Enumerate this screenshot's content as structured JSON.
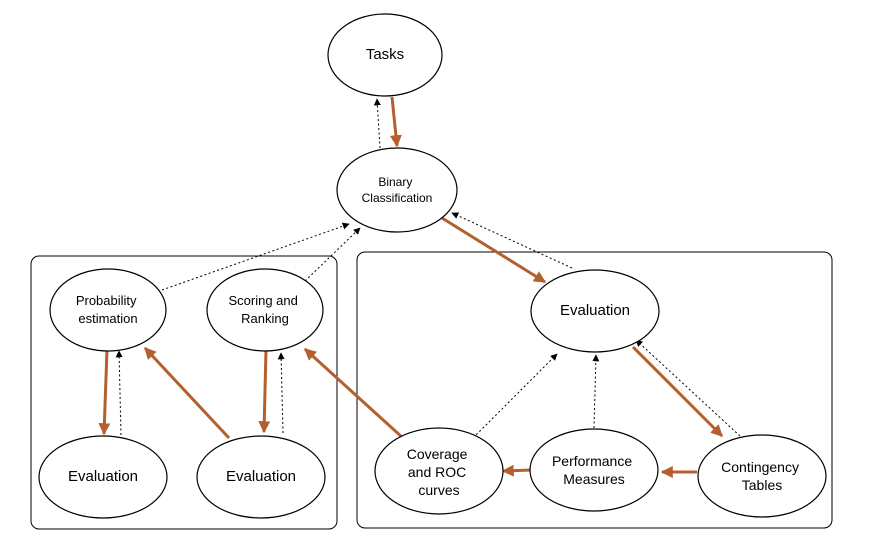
{
  "diagram": {
    "nodes": {
      "tasks": {
        "label": "Tasks"
      },
      "binary": {
        "lines": [
          "Binary",
          "Classification"
        ]
      },
      "prob": {
        "lines": [
          "Probability",
          "estimation"
        ]
      },
      "scoring": {
        "lines": [
          "Scoring and",
          "Ranking"
        ]
      },
      "eval_left": {
        "label": "Evaluation"
      },
      "eval_mid": {
        "label": "Evaluation"
      },
      "eval_right": {
        "label": "Evaluation"
      },
      "coverage": {
        "lines": [
          "Coverage",
          "and ROC",
          "curves"
        ]
      },
      "performance": {
        "lines": [
          "Performance",
          "Measures"
        ]
      },
      "contingency": {
        "lines": [
          "Contingency",
          "Tables"
        ]
      }
    },
    "edges": [
      {
        "from": "tasks",
        "to": "binary",
        "style": "solid"
      },
      {
        "from": "binary",
        "to": "tasks",
        "style": "dotted"
      },
      {
        "from": "binary",
        "to": "eval_right",
        "style": "solid"
      },
      {
        "from": "eval_right",
        "to": "binary",
        "style": "dotted"
      },
      {
        "from": "prob",
        "to": "binary",
        "style": "dotted"
      },
      {
        "from": "scoring",
        "to": "binary",
        "style": "dotted"
      },
      {
        "from": "prob",
        "to": "eval_left",
        "style": "solid"
      },
      {
        "from": "eval_left",
        "to": "prob",
        "style": "dotted"
      },
      {
        "from": "eval_mid",
        "to": "prob",
        "style": "solid"
      },
      {
        "from": "scoring",
        "to": "eval_mid",
        "style": "solid"
      },
      {
        "from": "eval_mid",
        "to": "scoring",
        "style": "dotted"
      },
      {
        "from": "coverage",
        "to": "scoring",
        "style": "solid"
      },
      {
        "from": "eval_right",
        "to": "contingency",
        "style": "solid"
      },
      {
        "from": "contingency",
        "to": "eval_right",
        "style": "dotted"
      },
      {
        "from": "contingency",
        "to": "performance",
        "style": "solid"
      },
      {
        "from": "performance",
        "to": "coverage",
        "style": "solid"
      },
      {
        "from": "coverage",
        "to": "eval_right",
        "style": "dotted"
      },
      {
        "from": "performance",
        "to": "eval_right",
        "style": "dotted"
      }
    ],
    "colors": {
      "solid_arrow": "#b35f2e",
      "dotted_arrow": "#000000"
    }
  }
}
